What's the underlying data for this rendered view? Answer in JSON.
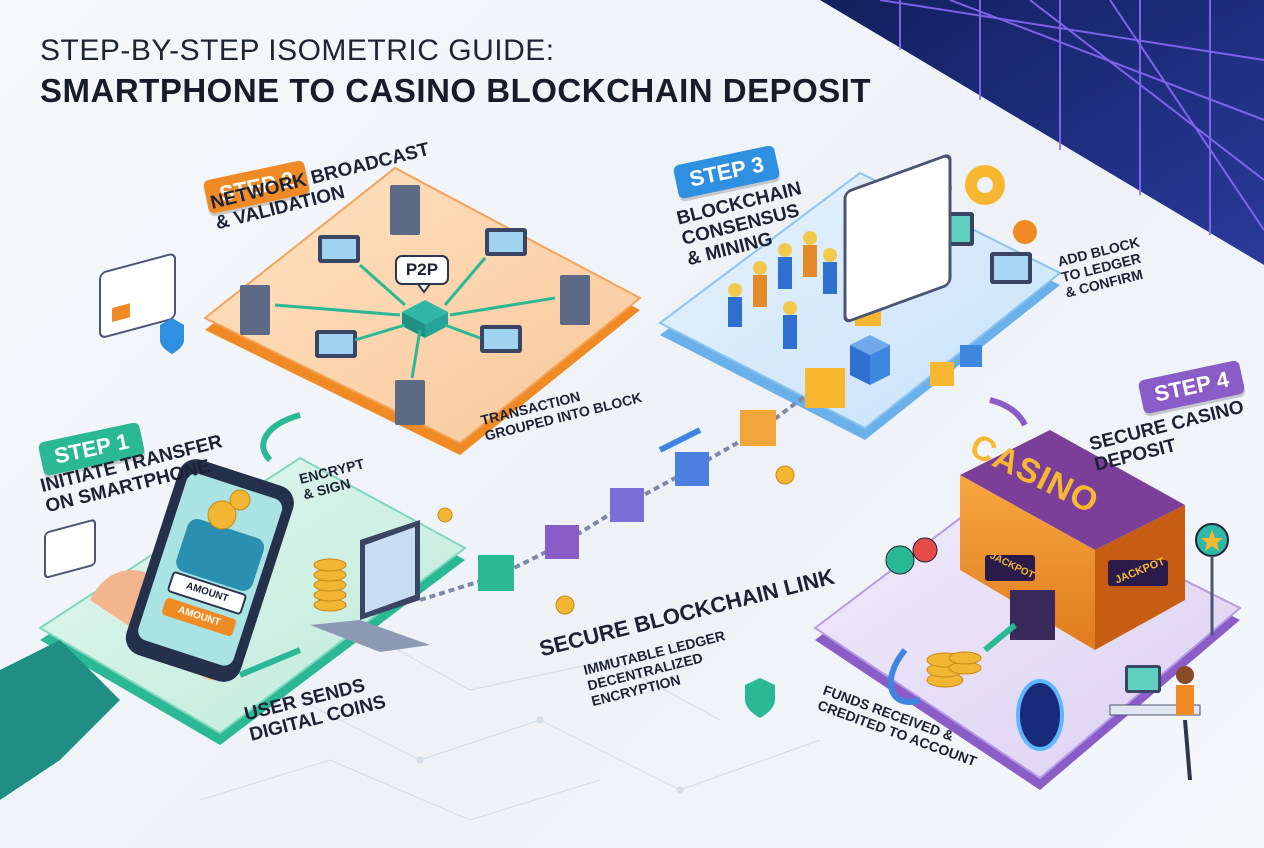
{
  "title": {
    "line1": "STEP-BY-STEP ISOMETRIC GUIDE:",
    "line2": "SMARTPHONE TO CASINO BLOCKCHAIN DEPOSIT"
  },
  "steps": [
    {
      "badge": "STEP 1",
      "heading": "INITIATE TRANSFER\nON SMARTPHONE",
      "color": "#2bb894"
    },
    {
      "badge": "STEP 2",
      "heading": "NETWORK BROADCAST\n& VALIDATION",
      "color": "#f08a24"
    },
    {
      "badge": "STEP 3",
      "heading": "BLOCKCHAIN\nCONSENSUS\n& MINING",
      "color": "#2f8fe0"
    },
    {
      "badge": "STEP 4",
      "heading": "SECURE CASINO\nDEPOSIT",
      "color": "#8a5cc8"
    }
  ],
  "annotations": {
    "p2p": "P2P",
    "transaction_grouped": "TRANSACTION\nGROUPED INTO BLOCK",
    "encrypt_sign": "ENCRYPT\n& SIGN",
    "user_sends": "USER SENDS\nDIGITAL COINS",
    "add_block": "ADD BLOCK\nTO LEDGER\n& CONFIRM",
    "secure_link": "SECURE BLOCKCHAIN LINK",
    "secure_link_sub": "IMMUTABLE LEDGER\nDECENTRALIZED\nENCRYPTION",
    "funds_received": "FUNDS RECEIVED &\nCREDITED TO ACCOUNT",
    "amount_1": "AMOUNT",
    "amount_2": "AMOUNT",
    "casino_sign": "CASINO",
    "jackpot_1": "JACKPOT",
    "jackpot_2": "JACKPOT"
  },
  "colors": {
    "step1": "#2bb894",
    "step2": "#f08a24",
    "step3": "#2f8fe0",
    "step4": "#8a5cc8",
    "ink": "#1b2233",
    "grid_bg": "#1b2a78",
    "grid_line": "#8f6cff"
  }
}
